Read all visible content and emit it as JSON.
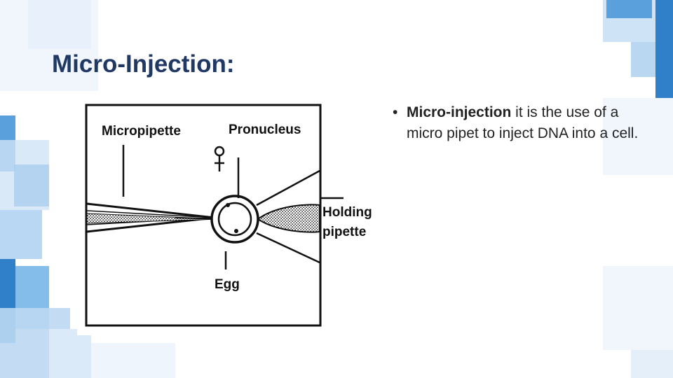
{
  "slide": {
    "title": "Micro-Injection:"
  },
  "diagram": {
    "labels": {
      "micropipette": "Micropipette",
      "pronucleus": "Pronucleus",
      "egg": "Egg",
      "holding_line1": "Holding",
      "holding_line2": "pipette"
    },
    "symbols": {
      "female": "female-symbol-icon"
    }
  },
  "bullets": [
    {
      "marker": "•",
      "term": "Micro-injection",
      "rest": " it is the use of a micro pipet to inject DNA into a cell."
    }
  ],
  "theme": {
    "title_color": "#1f3864",
    "accent_blue": "#2f80c8",
    "light_blue": "#cfe3f6"
  }
}
